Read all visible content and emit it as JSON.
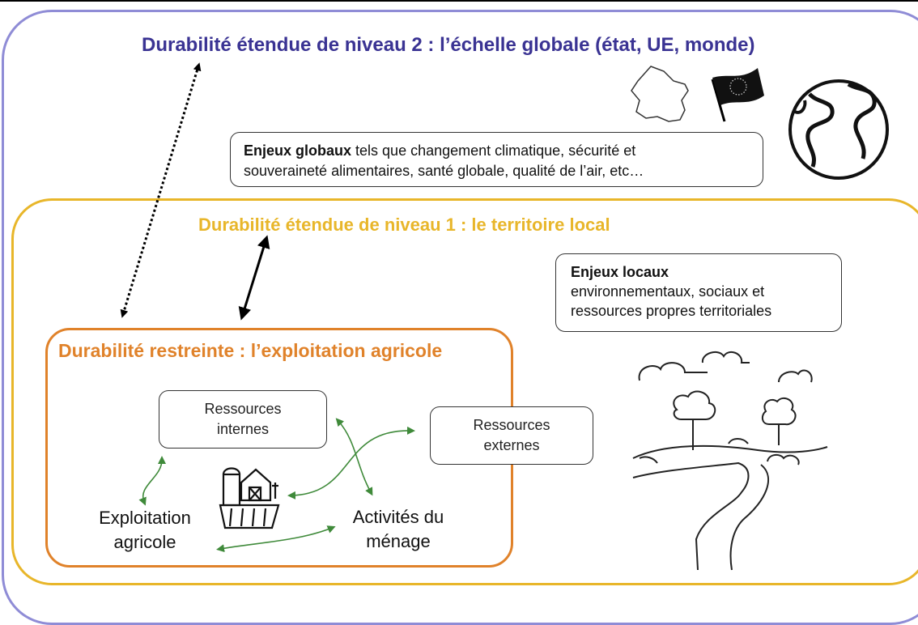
{
  "level2": {
    "title": "Durabilité étendue de niveau 2 : l’échelle globale (état, UE, monde)"
  },
  "level1": {
    "title": "Durabilité étendue de niveau 1 : le territoire  local"
  },
  "level0": {
    "title": "Durabilité restreinte : l’exploitation agricole"
  },
  "enjeux_globaux": {
    "bold": "Enjeux globaux",
    "line1": " tels que changement climatique, sécurité et",
    "line2": "souveraineté alimentaires, santé globale, qualité de l’air, etc…"
  },
  "enjeux_locaux": {
    "bold": "Enjeux locaux",
    "line1": "environnementaux,  sociaux et",
    "line2": "ressources propres territoriales"
  },
  "ressources_internes": {
    "line1": "Ressources",
    "line2": "internes"
  },
  "ressources_externes": {
    "line1": "Ressources",
    "line2": "externes"
  },
  "exploitation": {
    "line1": "Exploitation",
    "line2": "agricole"
  },
  "activites": {
    "line1": "Activités du",
    "line2": "ménage"
  },
  "icons": [
    "france-map-icon",
    "eu-flag-icon",
    "globe-icon",
    "landscape-icon",
    "farm-icon"
  ],
  "colors": {
    "level2": "#3a3393",
    "level2_border": "#8f8cd6",
    "level1": "#e8b62a",
    "level0": "#e0822a",
    "arrows_green": "#3f8a3a"
  }
}
